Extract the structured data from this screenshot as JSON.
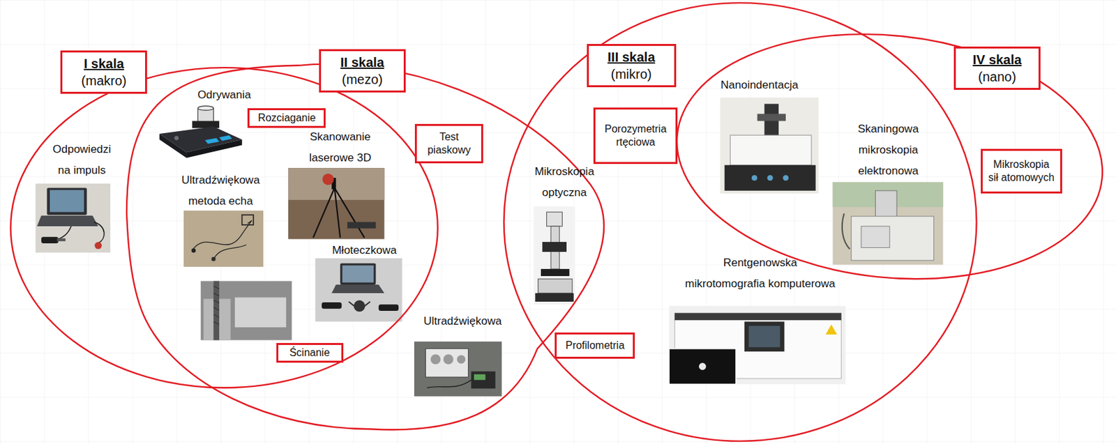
{
  "diagram": {
    "nodes": [
      {
        "text": [
          "I skala",
          "(makro)"
        ]
      },
      {
        "text": [
          "II skala",
          "(mezo)"
        ]
      },
      {
        "text": [
          "III skala",
          "(mikro)"
        ]
      },
      {
        "text": [
          "IV skala",
          "(nano)"
        ]
      },
      {
        "text": [
          "Rozciaganie"
        ]
      },
      {
        "text": [
          "Porozymetria rtęciowa"
        ]
      },
      {
        "text": [
          "Test piaskowy"
        ]
      },
      {
        "text": [
          "Mikroskopia sił atomowych"
        ]
      },
      {
        "text": [
          "Profilometria"
        ]
      },
      {
        "text": [
          "Ścinanie"
        ]
      }
    ],
    "labels": [
      "Odrywania",
      "Odpowiedzi na impuls",
      "Skanowanie laserowe 3D",
      "Ultradźwiękowa metoda echa",
      "Mikroskopia optyczna",
      "Nanoindentacja",
      "Skaningowa mikroskopia elektronowa",
      "Młoteczkowa",
      "Rentgenowska mikrotomografia komputerowa",
      "Ultradźwiękowa"
    ]
  }
}
